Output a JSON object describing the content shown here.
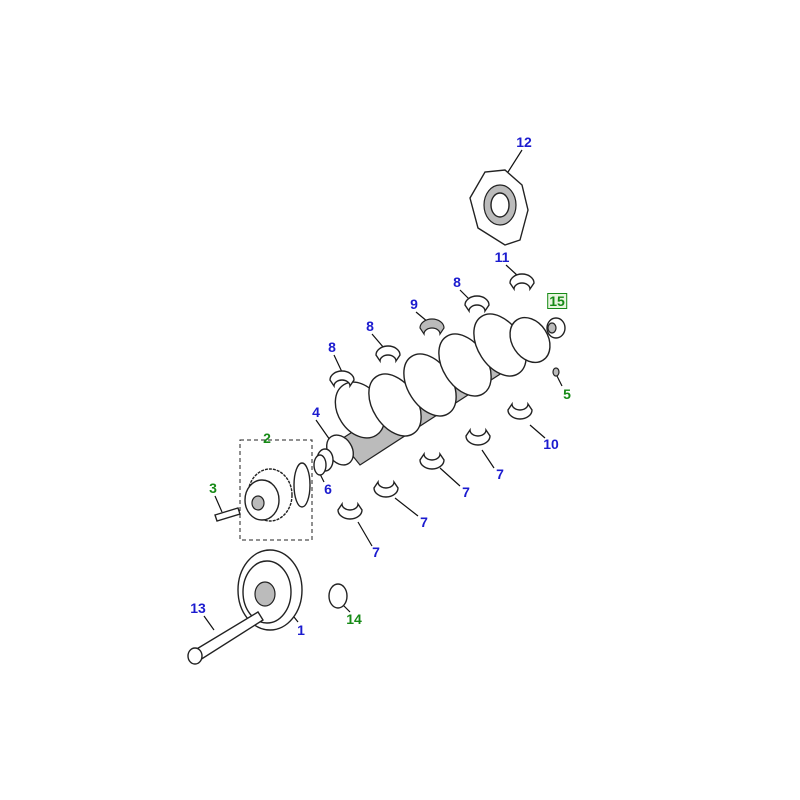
{
  "diagram": {
    "colors": {
      "primary_callout": "#1b1bcf",
      "secondary_callout": "#168a16"
    },
    "callouts": [
      {
        "id": "c12",
        "text": "12",
        "style": "blue"
      },
      {
        "id": "c11",
        "text": "11",
        "style": "blue"
      },
      {
        "id": "c8a",
        "text": "8",
        "style": "blue"
      },
      {
        "id": "c9",
        "text": "9",
        "style": "blue"
      },
      {
        "id": "c8b",
        "text": "8",
        "style": "blue"
      },
      {
        "id": "c8c",
        "text": "8",
        "style": "blue"
      },
      {
        "id": "c15",
        "text": "15",
        "style": "green-boxed"
      },
      {
        "id": "c5",
        "text": "5",
        "style": "green"
      },
      {
        "id": "c4",
        "text": "4",
        "style": "blue"
      },
      {
        "id": "c10",
        "text": "10",
        "style": "blue"
      },
      {
        "id": "c2",
        "text": "2",
        "style": "green"
      },
      {
        "id": "c7a",
        "text": "7",
        "style": "blue"
      },
      {
        "id": "c7b",
        "text": "7",
        "style": "blue"
      },
      {
        "id": "c3",
        "text": "3",
        "style": "green"
      },
      {
        "id": "c6",
        "text": "6",
        "style": "blue"
      },
      {
        "id": "c7c",
        "text": "7",
        "style": "blue"
      },
      {
        "id": "c7d",
        "text": "7",
        "style": "blue"
      },
      {
        "id": "c13",
        "text": "13",
        "style": "blue"
      },
      {
        "id": "c1",
        "text": "1",
        "style": "blue"
      },
      {
        "id": "c14",
        "text": "14",
        "style": "green"
      }
    ]
  }
}
